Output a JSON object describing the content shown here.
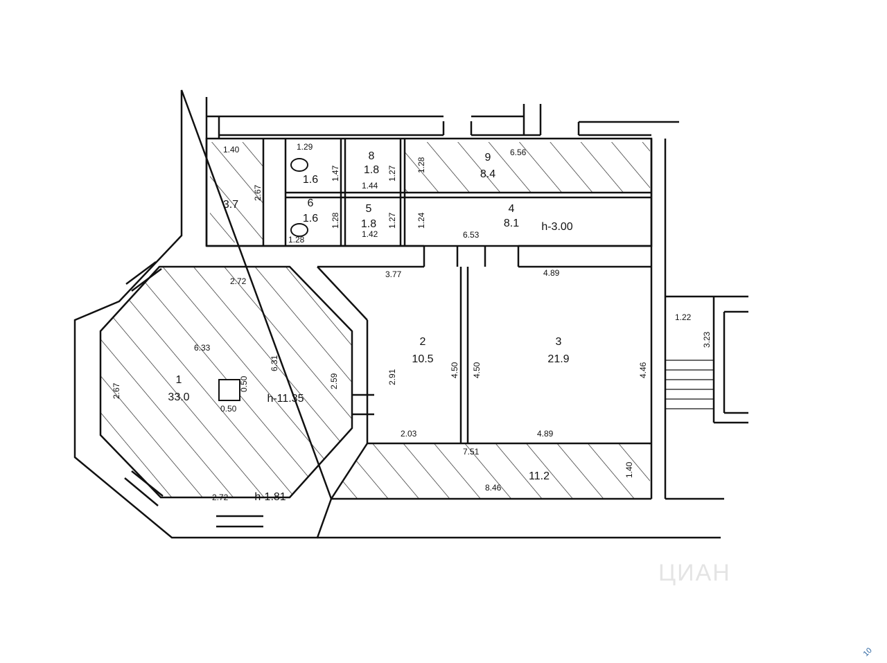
{
  "rooms": [
    {
      "id": "room-1",
      "number": "1",
      "area": "33.0",
      "height": "h-11.35"
    },
    {
      "id": "room-2",
      "number": "2",
      "area": "10.5"
    },
    {
      "id": "room-3",
      "number": "3",
      "area": "21.9"
    },
    {
      "id": "room-4",
      "number": "4",
      "area": "8.1",
      "height": "h-3.00"
    },
    {
      "id": "room-5",
      "number": "5",
      "area": "1.8"
    },
    {
      "id": "room-6",
      "number": "6",
      "area": "1.6"
    },
    {
      "id": "room-7",
      "area": "1.6"
    },
    {
      "id": "room-8",
      "number": "8",
      "area": "1.8"
    },
    {
      "id": "room-9",
      "number": "9",
      "area": "8.4"
    },
    {
      "id": "room-10",
      "area": "3.7"
    },
    {
      "id": "room-11",
      "area": "11.2"
    }
  ],
  "extra": {
    "height_small": "h-1.81",
    "column_w": "0.50",
    "column_h": "0.50"
  },
  "dims": {
    "d_1_40": "1.40",
    "d_1_29": "1.29",
    "d_2_67": "2.67",
    "d_1_47": "1.47",
    "d_1_27a": "1.27",
    "d_1_28a": "1.28",
    "d_6_56": "6.56",
    "d_1_44": "1.44",
    "d_1_28b": "1.28",
    "d_1_27b": "1.27",
    "d_1_24": "1.24",
    "d_1_28c": "1.28",
    "d_1_42": "1.42",
    "d_6_53": "6.53",
    "d_2_72a": "2.72",
    "d_3_77": "3.77",
    "d_4_89a": "4.89",
    "d_6_33": "6.33",
    "d_6_31": "6.31",
    "d_2_59": "2.59",
    "d_2_91": "2.91",
    "d_4_50a": "4.50",
    "d_4_50b": "4.50",
    "d_4_46": "4.46",
    "d_2_67b": "2.67",
    "d_2_03": "2.03",
    "d_4_89b": "4.89",
    "d_7_51": "7.51",
    "d_1_40b": "1.40",
    "d_8_46": "8.46",
    "d_2_72b": "2.72",
    "d_1_22": "1.22",
    "d_3_23": "3.23"
  },
  "watermark": "ЦИАН",
  "corner_stamp": "10"
}
